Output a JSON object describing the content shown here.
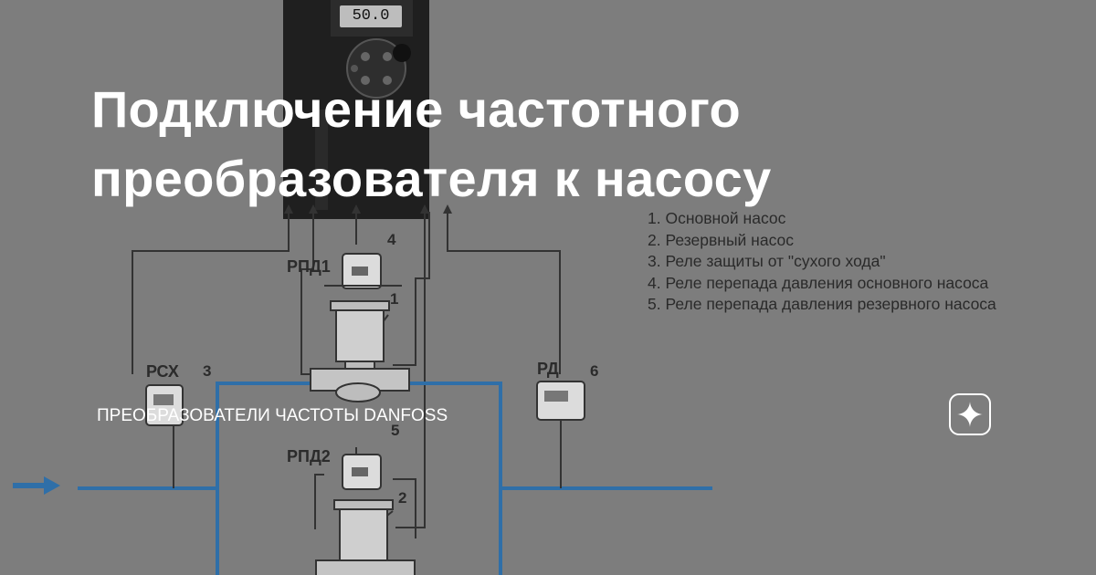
{
  "title": "Подключение частотного преобразователя к насосу",
  "channel": "ПРЕОБРАЗОВАТЕЛИ ЧАСТОТЫ DANFOSS",
  "diagram": {
    "vfd_display": "50.0",
    "labels": {
      "rpd1": "РПД1",
      "rpd2": "РПД2",
      "rsx": "РСХ",
      "rd": "РД"
    },
    "numbers": [
      "1",
      "2",
      "3",
      "4",
      "5",
      "6"
    ],
    "legend": [
      "1. Основной насос",
      "2. Резервный насос",
      "3. Реле защиты от \"сухого хода\"",
      "4. Реле перепада давления основного насоса",
      "5. Реле перепада давления резервного насоса"
    ]
  },
  "colors": {
    "overlay": "#7d7d7d",
    "pipe": "#2f6fa8",
    "wire": "#333333",
    "text_white": "#ffffff"
  },
  "icons": {
    "badge": "sparkle-star-icon"
  }
}
